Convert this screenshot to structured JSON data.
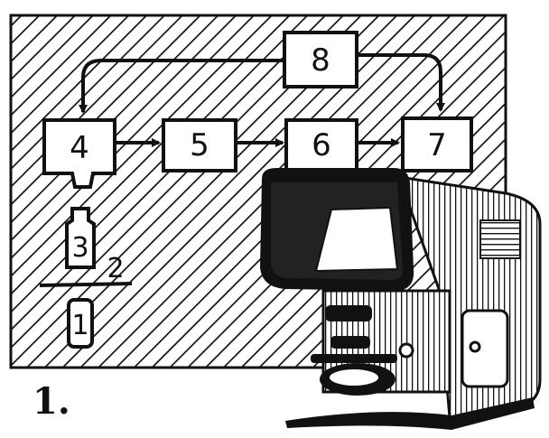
{
  "figure": {
    "caption": "1.",
    "blocks": [
      {
        "id": "b1",
        "label": "1"
      },
      {
        "id": "b2",
        "label": "2"
      },
      {
        "id": "b3",
        "label": "3"
      },
      {
        "id": "b4",
        "label": "4"
      },
      {
        "id": "b5",
        "label": "5"
      },
      {
        "id": "b6",
        "label": "6"
      },
      {
        "id": "b7",
        "label": "7"
      },
      {
        "id": "b8",
        "label": "8"
      }
    ],
    "connections": [
      {
        "from": "4",
        "to": "5"
      },
      {
        "from": "5",
        "to": "6"
      },
      {
        "from": "6",
        "to": "7"
      },
      {
        "from": "8",
        "to": "7"
      },
      {
        "from": "8",
        "to": "4"
      }
    ],
    "colors": {
      "ink": "#111111",
      "paper": "#ffffff"
    }
  }
}
